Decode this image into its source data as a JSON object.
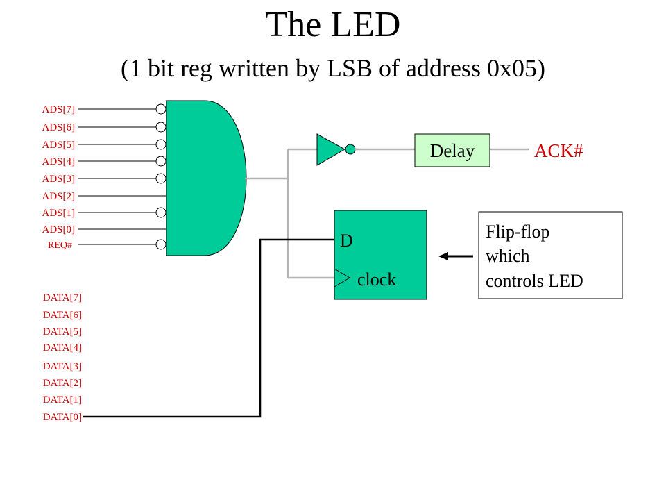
{
  "title": "The LED",
  "subtitle": "(1 bit reg written by LSB of address 0x05)",
  "address_inputs": [
    "ADS[7]",
    "ADS[6]",
    "ADS[5]",
    "ADS[4]",
    "ADS[3]",
    "ADS[2]",
    "ADS[1]",
    "ADS[0]",
    "REQ#"
  ],
  "inverted_inputs": [
    true,
    true,
    true,
    true,
    true,
    false,
    true,
    false,
    true
  ],
  "data_inputs": [
    "DATA[7]",
    "DATA[6]",
    "DATA[5]",
    "DATA[4]",
    "DATA[3]",
    "DATA[2]",
    "DATA[1]",
    "DATA[0]"
  ],
  "delay_label": "Delay",
  "ack_label": "ACK#",
  "flipflop": {
    "d_label": "D",
    "clock_label": "clock"
  },
  "note_lines": [
    "Flip-flop",
    "which",
    "controls LED"
  ],
  "colors": {
    "gate_fill": "#00cc99",
    "delay_fill": "#ccffcc",
    "label_red": "#cc0000",
    "wire_gray": "#b3b3b3",
    "wire_black": "#000000"
  }
}
